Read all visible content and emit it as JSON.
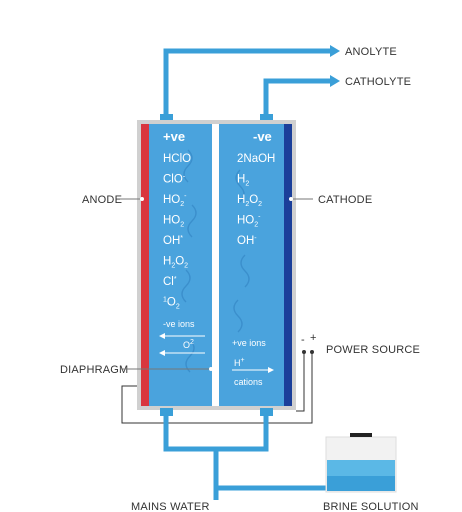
{
  "colors": {
    "pipe": "#3a9fd8",
    "cell": "#4aa3dd",
    "cell_dark": "#3b8fd0",
    "anode_electrode": "#d9363e",
    "cathode_electrode": "#1b3f9a",
    "diaphragm": "#ffffff",
    "frame": "#c9c9c9",
    "wire": "#333333",
    "text": "#333333"
  },
  "outputs": {
    "anolyte": "ANOLYTE",
    "catholyte": "CATHOLYTE"
  },
  "labels": {
    "anode": "ANODE",
    "cathode": "CATHODE",
    "diaphragm": "DIAPHRAGM",
    "power_source": "POWER SOURCE",
    "mains_water": "MAINS WATER",
    "brine_solution": "BRINE SOLUTION"
  },
  "anode_side": {
    "polarity": "+ve",
    "species": [
      {
        "base": "HClO",
        "sub": "",
        "sup": ""
      },
      {
        "base": "ClO",
        "sub": "",
        "sup": "-"
      },
      {
        "base": "HO",
        "sub": "2",
        "sup": "-"
      },
      {
        "base": "HO",
        "sub": "2",
        "sup": ""
      },
      {
        "base": "OH",
        "sub": "",
        "sup": "*"
      },
      {
        "base": "H",
        "sub": "2",
        "sup": "",
        "base2": "O",
        "sub2": "2"
      },
      {
        "base": "Cl",
        "sub": "",
        "sup": "*"
      },
      {
        "base": "O",
        "sub": "2",
        "sup": "",
        "pre_sup": "1"
      }
    ],
    "ions_label": "-ve ions",
    "ion_arrow_label": "O",
    "ion_arrow_sup": "2"
  },
  "cathode_side": {
    "polarity": "-ve",
    "species": [
      {
        "base": "2NaOH",
        "sub": "",
        "sup": ""
      },
      {
        "base": "H",
        "sub": "2",
        "sup": ""
      },
      {
        "base": "H",
        "sub": "2",
        "sup": "",
        "base2": "O",
        "sub2": "2"
      },
      {
        "base": "HO",
        "sub": "2",
        "sup": "-"
      },
      {
        "base": "OH",
        "sub": "",
        "sup": "-"
      }
    ],
    "ions_label": "+ve ions",
    "ion_arrow_label": "H",
    "ion_arrow_sup": "+",
    "cations_label": "cations"
  },
  "power_terminals": {
    "negative": "-",
    "positive": "+"
  }
}
